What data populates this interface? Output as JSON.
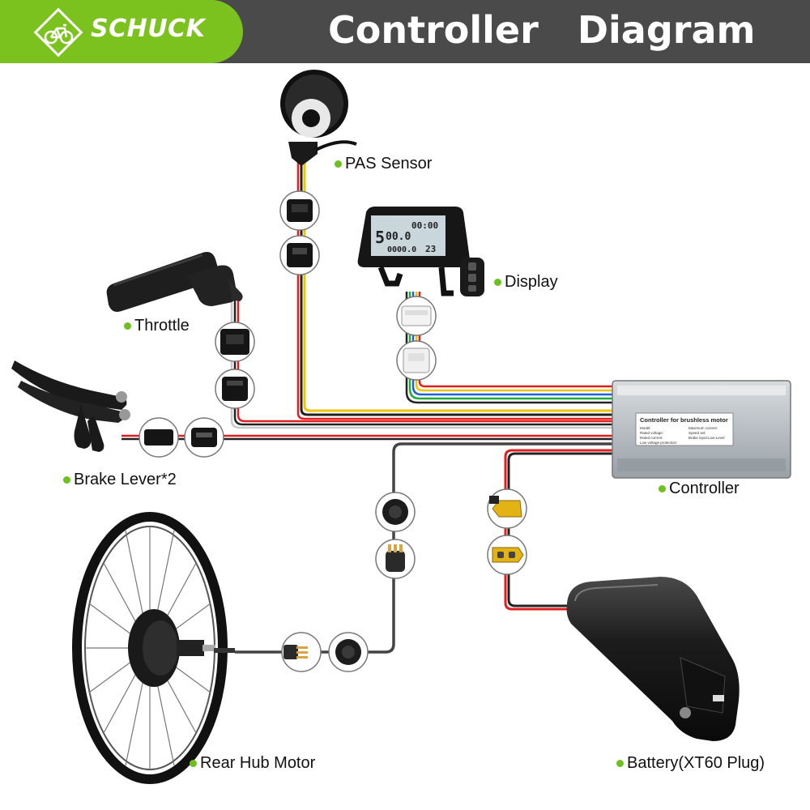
{
  "header": {
    "brand": "SCHUCK",
    "title": "Controller   Diagram"
  },
  "labels": {
    "pas": "PAS Sensor",
    "display": "Display",
    "throttle": "Throttle",
    "brake": "Brake Lever*2",
    "controller": "Controller",
    "motor": "Rear Hub Motor",
    "battery": "Battery(XT60 Plug)"
  },
  "display_screen": {
    "digit_left": "5",
    "clock": "00:00",
    "speed": "00.0",
    "odometer": "0000.0",
    "temp": "23"
  },
  "controller_plate": {
    "title": "Controller for brushless motor",
    "line1": "Model:",
    "line2": "Rated voltage:",
    "line3": "Rated current:",
    "line4": "Low voltage protection:",
    "line5": "Maximum current:",
    "line6": "Speed set:",
    "line7": "Brake input:Low-Level"
  },
  "colors": {
    "accent_green": "#7cc21f",
    "header_gray": "#4a4a4a",
    "wire_red": "#e02020",
    "wire_black": "#222222",
    "wire_yellow": "#f2c400",
    "wire_blue": "#1f5fd8",
    "wire_green": "#1faa3a"
  }
}
